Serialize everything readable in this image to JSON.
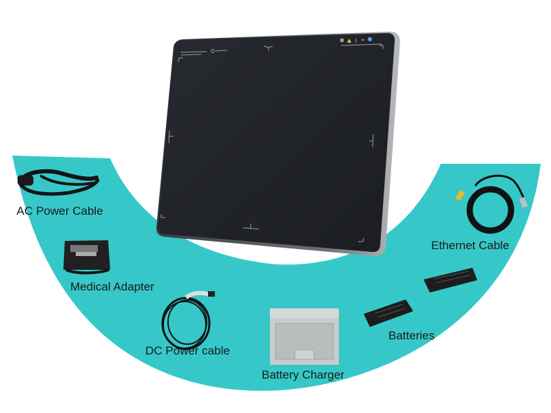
{
  "colors": {
    "band": "#36c8c9",
    "panel_face": "#1f2227",
    "panel_edge": "#8a8d91",
    "background": "#ffffff",
    "text": "#1a1a1a"
  },
  "main_product": {
    "name": "flat-panel-detector",
    "status_icons": [
      "wifi-icon",
      "warning-icon",
      "battery-icon",
      "person-icon",
      "bluetooth-icon"
    ]
  },
  "accessories": [
    {
      "id": "ac-power-cable",
      "label": "AC Power Cable"
    },
    {
      "id": "medical-adapter",
      "label": "Medical Adapter"
    },
    {
      "id": "dc-power-cable",
      "label": "DC Power cable"
    },
    {
      "id": "battery-charger",
      "label": "Battery Charger"
    },
    {
      "id": "batteries",
      "label": "Batteries"
    },
    {
      "id": "ethernet-cable",
      "label": "Ethernet Cable"
    }
  ]
}
